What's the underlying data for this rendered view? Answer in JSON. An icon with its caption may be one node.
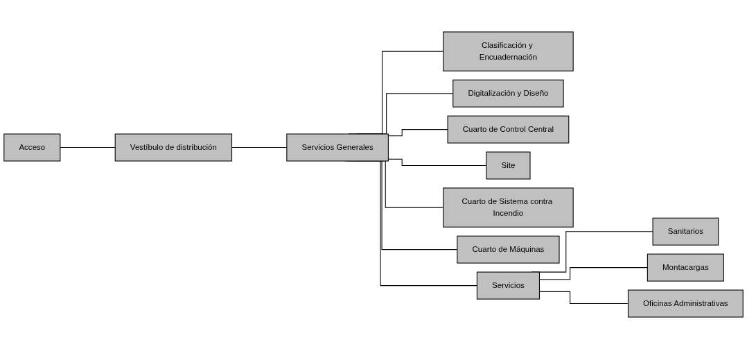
{
  "diagram": {
    "nodes": [
      {
        "text": [
          "Acceso"
        ]
      },
      {
        "text": [
          "Vestíbulo de distribución"
        ]
      },
      {
        "text": [
          "Servicios Generales"
        ]
      },
      {
        "text": [
          "Clasificación y Encuadernación"
        ]
      },
      {
        "text": [
          "Digitalización y Diseño"
        ]
      },
      {
        "text": [
          "Cuarto de Control Central"
        ]
      },
      {
        "text": [
          "Site"
        ]
      },
      {
        "text": [
          "Cuarto de Sistema contra Incendio"
        ]
      },
      {
        "text": [
          "Cuarto de Máquinas"
        ]
      },
      {
        "text": [
          "Servicios"
        ]
      },
      {
        "text": [
          "Sanitarios"
        ]
      },
      {
        "text": [
          "Montacargas"
        ]
      },
      {
        "text": [
          "Oficinas Administrativas"
        ]
      }
    ],
    "edges": [
      {
        "from": 0,
        "to": 1,
        "arrow": "none"
      },
      {
        "from": 1,
        "to": 2,
        "arrow": "none"
      },
      {
        "from": 2,
        "to": 3,
        "arrow": "none"
      },
      {
        "from": 2,
        "to": 4,
        "arrow": "none"
      },
      {
        "from": 2,
        "to": 5,
        "arrow": "none"
      },
      {
        "from": 2,
        "to": 6,
        "arrow": "none"
      },
      {
        "from": 2,
        "to": 7,
        "arrow": "none"
      },
      {
        "from": 2,
        "to": 8,
        "arrow": "none"
      },
      {
        "from": 2,
        "to": 9,
        "arrow": "none"
      },
      {
        "from": 9,
        "to": 10,
        "arrow": "none"
      },
      {
        "from": 9,
        "to": 11,
        "arrow": "none"
      },
      {
        "from": 9,
        "to": 12,
        "arrow": "none"
      }
    ]
  }
}
